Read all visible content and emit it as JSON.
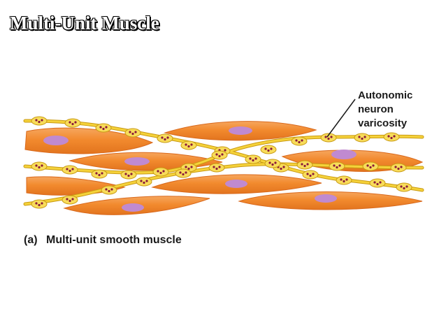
{
  "slide": {
    "title": "Multi-Unit Muscle"
  },
  "diagram": {
    "label": {
      "line1": "Autonomic",
      "line2": "neuron",
      "line3": "varicosity"
    },
    "caption": {
      "letter": "(a)",
      "text": "Multi-unit smooth muscle"
    },
    "colors": {
      "muscle_fill": "#f28a2e",
      "muscle_highlight": "#f7b277",
      "muscle_edge": "#d9691c",
      "nucleus": "#c08ad0",
      "axon": "#f5d23a",
      "axon_edge": "#c99a12",
      "varicosity": "#f8dc5a",
      "vesicle": "#8a1a3a"
    }
  }
}
